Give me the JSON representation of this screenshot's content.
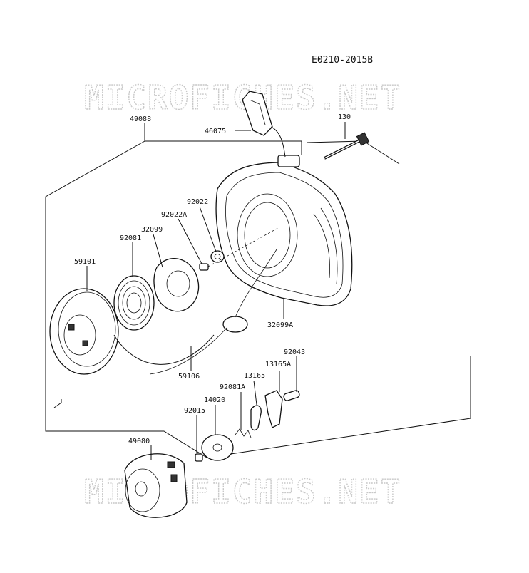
{
  "diagram": {
    "code": "E0210-2015B",
    "watermark": "MICROFICHES.NET",
    "labels": {
      "p49088": "49088",
      "p46075": "46075",
      "p130": "130",
      "p92022": "92022",
      "p92022a": "92022A",
      "p32099": "32099",
      "p92081": "92081",
      "p59101": "59101",
      "p32099a": "32099A",
      "p59106": "59106",
      "p92043": "92043",
      "p13165a": "13165A",
      "p13165": "13165",
      "p92081a": "92081A",
      "p14020": "14020",
      "p92015": "92015",
      "p49080": "49080"
    }
  }
}
